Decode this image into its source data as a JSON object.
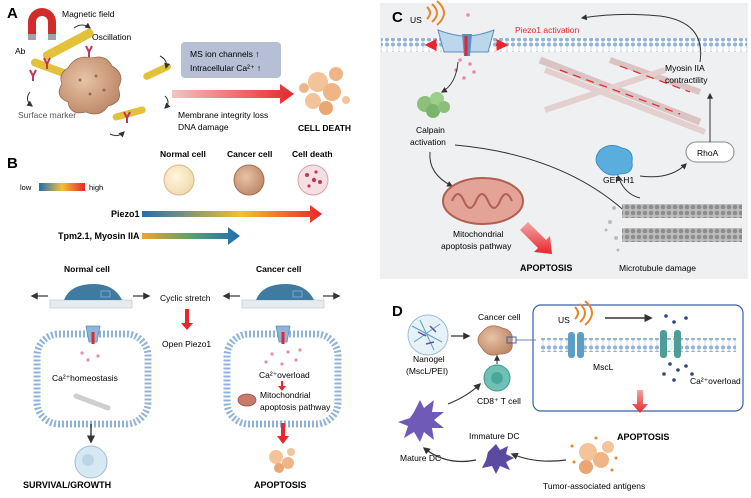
{
  "panelA": {
    "label": "A",
    "magnetic_field": "Magnetic field",
    "oscillation": "Oscillation",
    "ab": "Ab",
    "surface_marker": "Surface marker",
    "box_line1": "MS ion channels ↑",
    "box_line2": "Intracellular  Ca²⁺ ↑",
    "membrane_loss": "Membrane integrity loss",
    "dna_damage": "DNA damage",
    "cell_death": "CELL DEATH"
  },
  "panelB": {
    "label": "B",
    "normal_cell": "Normal cell",
    "cancer_cell": "Cancer cell",
    "cell_death": "Cell death",
    "low": "low",
    "high": "high",
    "piezo1": "Piezo1",
    "tpm": "Tpm2.1, Myosin IIA",
    "normal_cell_lower": "Normal cell",
    "cancer_cell_lower": "Cancer cell",
    "cyclic_stretch": "Cyclic stretch",
    "open_piezo1": "Open Piezo1",
    "ca_homeostasis": "Ca²⁺homeostasis",
    "ca_overload": "Ca²⁺overload",
    "mito_line1": "Mitochondrial",
    "mito_line2": "apoptosis pathway",
    "survival": "SURVIVAL/GROWTH",
    "apoptosis": "APOPTOSIS"
  },
  "panelC": {
    "label": "C",
    "us": "US",
    "piezo1_activation": "Piezo1 activation",
    "myosin_line1": "Myosin IIA",
    "myosin_line2": "contractility",
    "calpain_line1": "Calpain",
    "calpain_line2": "activation",
    "rhoa": "RhoA",
    "gef": "GEF-H1",
    "mito_line1": "Mitochondrial",
    "mito_line2": "apoptosis pathway",
    "apoptosis": "APOPTOSIS",
    "microtubule": "Microtubule damage"
  },
  "panelD": {
    "label": "D",
    "us": "US",
    "nanogel_line1": "Nanogel",
    "nanogel_line2": "(MscL/PEI)",
    "cancer_cell": "Cancer cell",
    "cd8": "CD8⁺ T cell",
    "mscl": "MscL",
    "ca_overload": "Ca²⁺overload",
    "apoptosis": "APOPTOSIS",
    "mature_dc": "Mature DC",
    "immature_dc": "Immature DC",
    "antigens": "Tumor-associated antigens"
  },
  "colors": {
    "red": "#e8262b",
    "blue_grad": "#1f6fb5",
    "panel_border": "#3a5fa8",
    "box": "#b6bfd6",
    "membrane": "#8fb3d9"
  }
}
